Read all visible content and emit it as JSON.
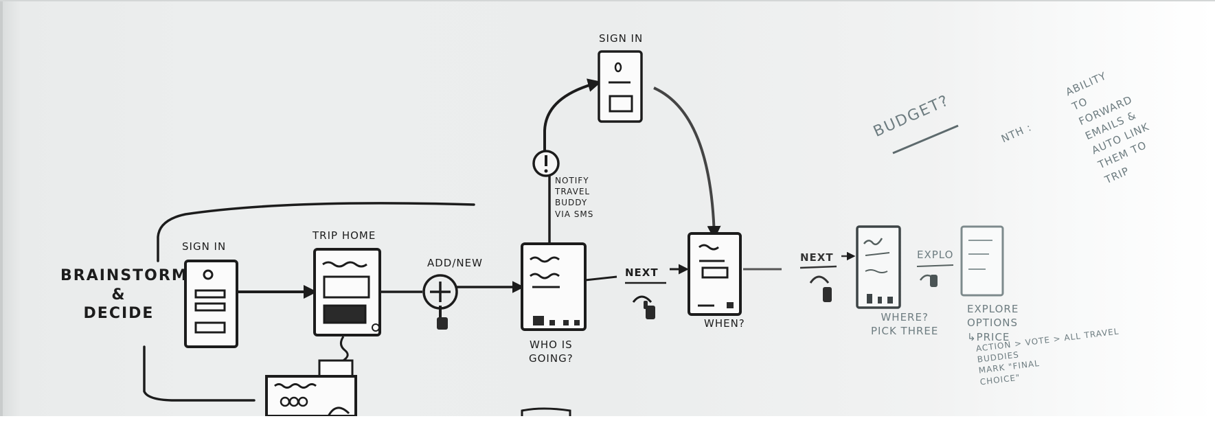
{
  "board": {
    "start_label": "BRAINSTORM\n&\nDECIDE",
    "screens": [
      {
        "label": "SIGN IN"
      },
      {
        "label": "TRIP HOME"
      },
      {
        "label": "WHO IS\nGOING?"
      },
      {
        "label": "SIGN IN"
      },
      {
        "label": "WHEN?"
      },
      {
        "label": "WHERE?\nPICK THREE"
      },
      {
        "label": "EXPLORE\nOPTIONS\n↳PRICE"
      }
    ],
    "actions": {
      "add_new": "ADD/NEW",
      "next_1": "NEXT",
      "next_2": "NEXT",
      "explore": "EXPLO",
      "notify": "NOTIFY\nTRAVEL\nBUDDY\nVIA SMS"
    },
    "flow_note": "ACTION > VOTE > ALL TRAVEL\nBUDDIES\nMARK \"FINAL\nCHOICE\"",
    "budget_note": "BUDGET?",
    "nth_prefix": "NTH :",
    "nth_note": "ABILITY\nTO\nFORWARD\nEMAILS &\nAUTO LINK\nTHEM TO\nTRIP",
    "ink_color": "#1c1c1c",
    "marker_gray": "#6d7c80",
    "board_color": "#eceeee"
  }
}
